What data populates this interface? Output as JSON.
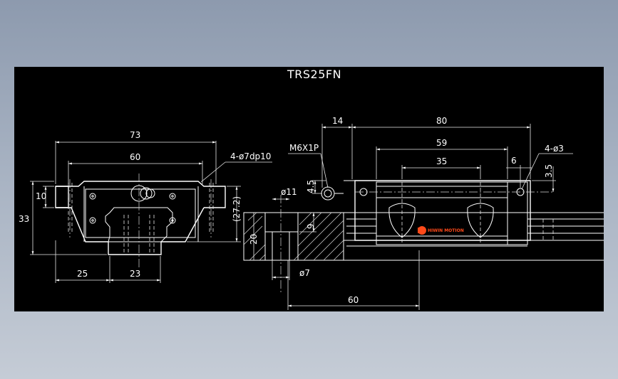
{
  "title": "TRS25FN",
  "front_view": {
    "width_overall": "73",
    "mount_pitch": "60",
    "holes": "4-ø7dp10",
    "flange_height": "10",
    "total_height": "33",
    "height_ref": "(27.2)",
    "rail_offset": "25",
    "rail_width": "23"
  },
  "side_view": {
    "lube_offset": "14",
    "block_length": "80",
    "body_length": "59",
    "inner_length": "35",
    "end_offset": "6",
    "side_holes": "4-ø3",
    "side_height": "3.5",
    "thread": "M6X1P",
    "thread_height": "4.5",
    "counterbore": "ø11",
    "counterbore_depth": "9",
    "rail_height": "20",
    "bolt_hole": "ø7",
    "rail_pitch": "60"
  },
  "logo": {
    "text": "HIWIN MOTION",
    "color": "#ff4a1a"
  },
  "colors": {
    "line": "#ffffff",
    "background": "#000000"
  }
}
